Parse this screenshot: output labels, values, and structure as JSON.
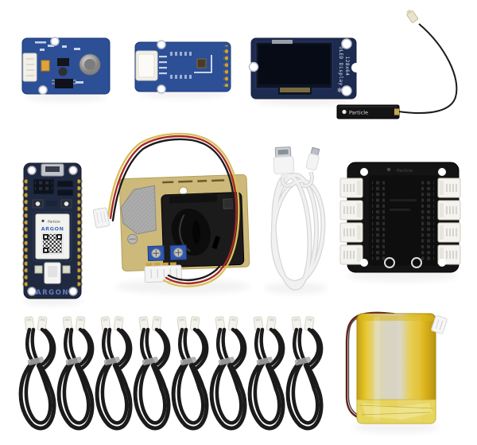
{
  "scene": {
    "background": "#ffffff",
    "description": "flat-lay product photo of an IoT air-quality starter kit"
  },
  "labels": {
    "oled_line1": "OLED Display",
    "oled_line2": "128x64",
    "antenna_brand": "Particle",
    "argon_brand": "Particle",
    "argon_model": "ARGON",
    "argon_silkscreen": "ARGON",
    "shield_brand": "Particle"
  },
  "colors": {
    "grove_pcb_blue": "#2c4f96",
    "oled_pcb_navy": "#1d2b50",
    "argon_pcb_dark": "#1f2940",
    "shield_pcb_black": "#141414",
    "dust_board_tan": "#cdb97a",
    "battery_yellow": "#e3c22a",
    "wire_red": "#a82828",
    "wire_yellow": "#d9c05a",
    "wire_black": "#1c1c1c",
    "cable_white": "#ececec",
    "gold_pin": "#c9a23a"
  },
  "components": {
    "gas_sensor_module": {
      "type": "grove-air-quality-sensor-board"
    },
    "temp_humidity_module": {
      "type": "grove-temperature-humidity-sensor-board"
    },
    "oled_module": {
      "type": "grove-oled-display-128x64-board"
    },
    "antenna": {
      "type": "flex-wifi-antenna-with-ufl-cable"
    },
    "argon_board": {
      "type": "particle-argon-dev-board"
    },
    "dust_sensor": {
      "type": "dust-particle-sensor-with-wire-harness"
    },
    "usb_cable": {
      "type": "usb-a-to-micro-usb-white-cable"
    },
    "grove_shield": {
      "type": "grove-shield-8-port-black"
    },
    "grove_cables": {
      "type": "grove-4pin-black-cable",
      "count": 8
    },
    "battery": {
      "type": "lipo-battery-yellow-pouch"
    }
  }
}
